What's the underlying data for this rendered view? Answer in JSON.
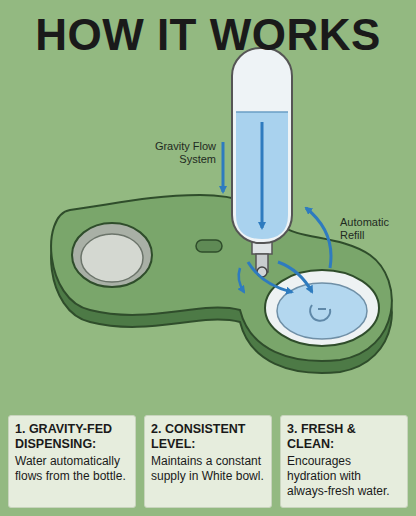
{
  "diagram": {
    "title": "HOW IT WORKS",
    "nodes": [
      {
        "text": [
          "1. GRAVITY-FED DISPENSING:",
          "Water automatically flows from the bottle."
        ]
      },
      {
        "text": [
          "2. CONSISTENT LEVEL:",
          "Maintains a constant supply in White bowl."
        ]
      },
      {
        "text": [
          "3. FRESH & CLEAN:",
          "Encourages hydration with always-fresh water."
        ]
      }
    ],
    "labels": [
      "Gravity Flow System",
      "Automatic Refill"
    ]
  }
}
